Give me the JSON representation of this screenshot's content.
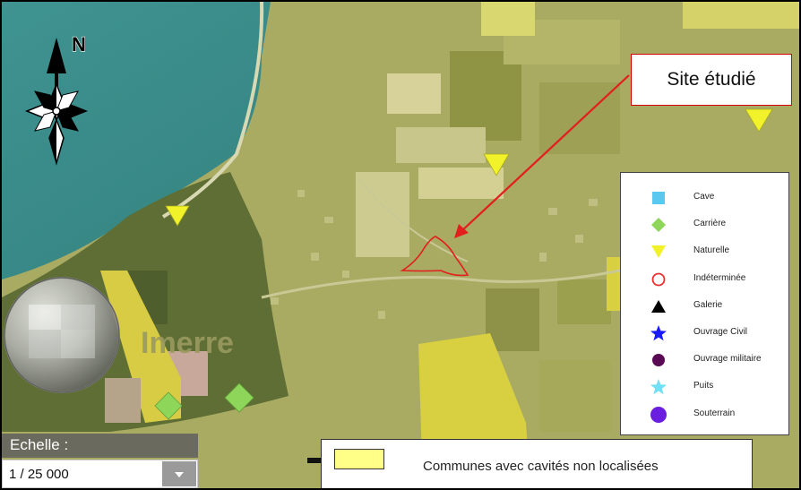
{
  "map": {
    "place_label": "Imerre",
    "north_label": "N"
  },
  "callout": {
    "label": "Site étudié"
  },
  "legend": {
    "items": [
      {
        "label": "Cave",
        "symbol": "square",
        "color": "#5bc8f0"
      },
      {
        "label": "Carrière",
        "symbol": "diamond",
        "color": "#8ed65a"
      },
      {
        "label": "Naturelle",
        "symbol": "triangle-down",
        "color": "#f2f22a"
      },
      {
        "label": "Indéterminée",
        "symbol": "circle-outline",
        "color": "#e83030"
      },
      {
        "label": "Galerie",
        "symbol": "triangle-up",
        "color": "#000000"
      },
      {
        "label": "Ouvrage Civil",
        "symbol": "star",
        "color": "#1a1aff"
      },
      {
        "label": "Ouvrage militaire",
        "symbol": "circle",
        "color": "#5a0a55"
      },
      {
        "label": "Puits",
        "symbol": "star",
        "color": "#6fe0f5"
      },
      {
        "label": "Souterrain",
        "symbol": "circle-large",
        "color": "#6a1fe0"
      }
    ]
  },
  "scale": {
    "label": "Echelle :",
    "value": "1 / 25 000"
  },
  "bottom_legend": {
    "label": "Communes avec cavités non localisées",
    "color": "#ffff88"
  }
}
